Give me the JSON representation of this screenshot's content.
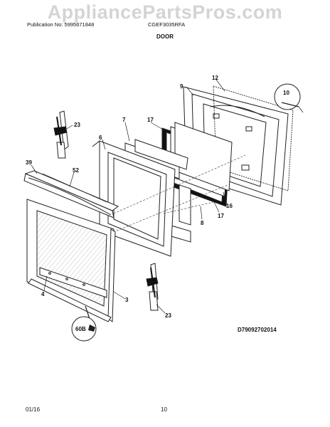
{
  "watermark": "AppliancePartsPros.com",
  "header": {
    "publication": "Publication No: 5995671848",
    "model": "CGEF3035RFA",
    "section": "DOOR"
  },
  "parts": {
    "p3": "3",
    "p4": "4",
    "p6": "6",
    "p7": "7",
    "p8": "8",
    "p9": "9",
    "p10": "10",
    "p12": "12",
    "p16": "16",
    "p17a": "17",
    "p17b": "17",
    "p23a": "23",
    "p23b": "23",
    "p39": "39",
    "p52": "52",
    "p60b": "60B"
  },
  "diagram_code": "D79092702014",
  "footer": {
    "date": "01/16",
    "page": "10"
  }
}
